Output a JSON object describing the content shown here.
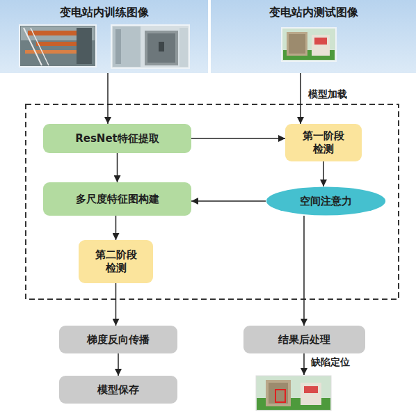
{
  "diagram": {
    "nodes": [
      {
        "text": [
          "变电站内训练图像"
        ]
      },
      {
        "text": [
          "变电站内测试图像"
        ]
      },
      {
        "text": [
          "ResNet特征提取"
        ]
      },
      {
        "text": [
          "第一阶段 检测"
        ]
      },
      {
        "text": [
          "多尺度特征图构建"
        ]
      },
      {
        "text": [
          "空间注意力"
        ]
      },
      {
        "text": [
          "第二阶段 检测"
        ]
      },
      {
        "text": [
          "梯度反向传播"
        ]
      },
      {
        "text": [
          "结果后处理"
        ]
      },
      {
        "text": [
          "模型保存"
        ]
      }
    ],
    "edges": [
      {
        "from": 0,
        "to": 2,
        "arrow": "to"
      },
      {
        "from": 2,
        "to": 3,
        "arrow": "to"
      },
      {
        "from": 2,
        "to": 4,
        "arrow": "to"
      },
      {
        "from": 1,
        "to": 3,
        "label": "模型加载",
        "arrow": "to"
      },
      {
        "from": 3,
        "to": 5,
        "arrow": "to"
      },
      {
        "from": 5,
        "to": 4,
        "arrow": "to"
      },
      {
        "from": 4,
        "to": 6,
        "arrow": "to"
      },
      {
        "from": 6,
        "to": 7,
        "arrow": "to"
      },
      {
        "from": 5,
        "to": 8,
        "arrow": "to"
      },
      {
        "from": 7,
        "to": 9,
        "arrow": "to"
      }
    ],
    "labels": [
      "缺陷定位"
    ]
  }
}
